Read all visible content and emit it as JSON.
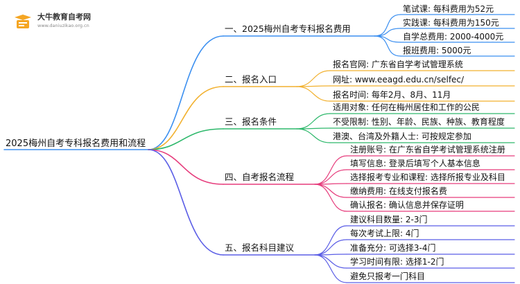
{
  "logo": {
    "title": "大牛教育自考网",
    "url": "www.daniuzikao.org.cn"
  },
  "root": "2025梅州自考专科报名费用和流程",
  "colors": {
    "blue": "#3b8ff0",
    "orange": "#f2b12f",
    "green": "#2db86b",
    "pink": "#e63c7c",
    "purple": "#5b5ee6"
  },
  "branches": [
    {
      "label": "一、2025梅州自考专科报名费用",
      "color": "blue",
      "leaves": [
        "笔试课: 每科费用为52元",
        "实践课: 每科费用为150元",
        "自学总费用: 2000-4000元",
        "报班费用: 5000元"
      ]
    },
    {
      "label": "二、报名入口",
      "color": "orange",
      "leaves": [
        "报名官网: 广东省自学考试管理系统",
        "网址: www.eeagd.edu.cn/selfec/",
        "报名时间: 每年2月、8月、11月"
      ]
    },
    {
      "label": "三、报名条件",
      "color": "green",
      "leaves": [
        "适用对象: 任何在梅州居住和工作的公民",
        "不受限制: 性别、年龄、民族、种族、教育程度",
        "港澳、台湾及外籍人士: 可按规定参加"
      ]
    },
    {
      "label": "四、自考报名流程",
      "color": "pink",
      "leaves": [
        "注册账号: 在广东省自学考试管理系统注册",
        "填写信息: 登录后填写个人基本信息",
        "选择报考专业和课程: 选择所报专业及科目",
        "缴纳费用: 在线支付报名费",
        "确认报名: 确认信息并保存证明"
      ]
    },
    {
      "label": "五、报名科目建议",
      "color": "purple",
      "leaves": [
        "建议科目数量: 2-3门",
        "每次考试上限: 4门",
        "准备充分: 可选择3-4门",
        "学习时间有限: 选择1-2门",
        "避免只报考一门科目"
      ]
    }
  ]
}
